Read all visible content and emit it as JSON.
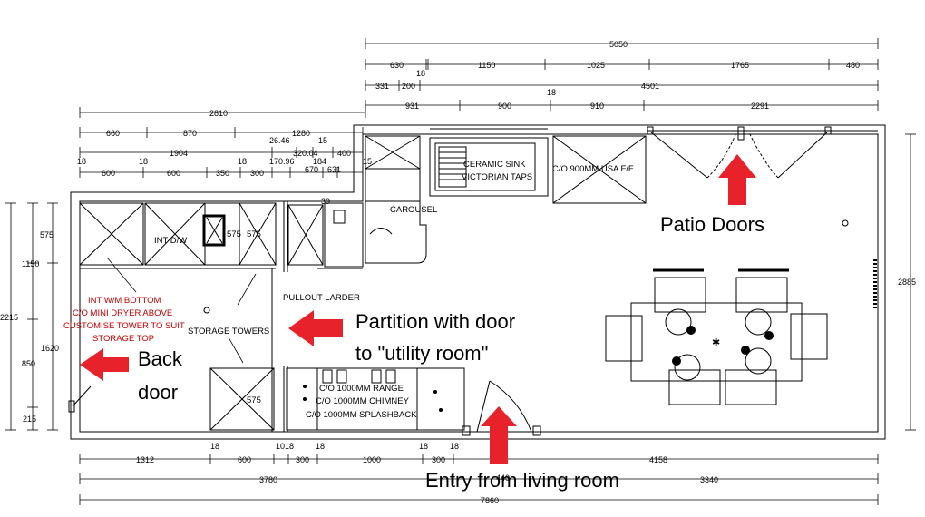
{
  "dimensions_top": {
    "overall": "5050",
    "row1": [
      "630",
      "1150",
      "1025",
      "1765",
      "480"
    ],
    "row1_small": "18",
    "row2_a": "331",
    "row2_b": "200",
    "row2_c": "4501",
    "row3_small": "18",
    "row3": [
      "931",
      "900",
      "910",
      "2291"
    ],
    "left_total": "2810",
    "left_row1": [
      "660",
      "870",
      "1280"
    ],
    "left_row2": [
      "1904",
      "26.46",
      "15",
      "400"
    ],
    "left_row3_a": [
      "18",
      "18",
      "18"
    ],
    "left_row3_b": [
      "600",
      "600",
      "350",
      "300",
      "170.96",
      "320.04",
      "184",
      "15"
    ],
    "left_row3_c": [
      "670",
      "631"
    ],
    "small_39": "39"
  },
  "dimensions_left": [
    "2215",
    "575",
    "1150",
    "1620",
    "850",
    "215"
  ],
  "dimensions_right": "2885",
  "dimensions_bottom": {
    "row1": [
      "1312",
      "18",
      "600",
      "10",
      "18",
      "18",
      "300",
      "1000",
      "18",
      "300",
      "18",
      "4158"
    ],
    "row2": [
      "3780",
      "3340"
    ],
    "overall": "7860",
    "mid": "440"
  },
  "labels": {
    "int_dw": "INT D/W",
    "s575_a": "575",
    "s575_b": "575",
    "s575_c": "575",
    "pullout": "PULLOUT LARDER",
    "storage": "STORAGE TOWERS",
    "carousel": "CAROUSEL",
    "sink1": "CERAMIC SINK",
    "sink2": "VICTORIAN TAPS",
    "ff": "C/O 900MM USA F/F",
    "range1": "C/O 1000MM RANGE",
    "range2": "C/O 1000MM CHIMNEY",
    "range3": "C/O 1000MM SPLASHBACK"
  },
  "notes": [
    "INT W/M BOTTOM",
    "C/O MINI DRYER ABOVE",
    "CUSTOMISE TOWER TO SUIT",
    "STORAGE TOP"
  ],
  "callouts": {
    "patio": "Patio Doors",
    "partition1": "Partition with door",
    "partition2": "to \"utility room\"",
    "back1": "Back",
    "back2": "door",
    "entry": "Entry from living room"
  },
  "colors": {
    "arrow": "#e8222b",
    "note": "#c00000",
    "line": "#000000"
  }
}
